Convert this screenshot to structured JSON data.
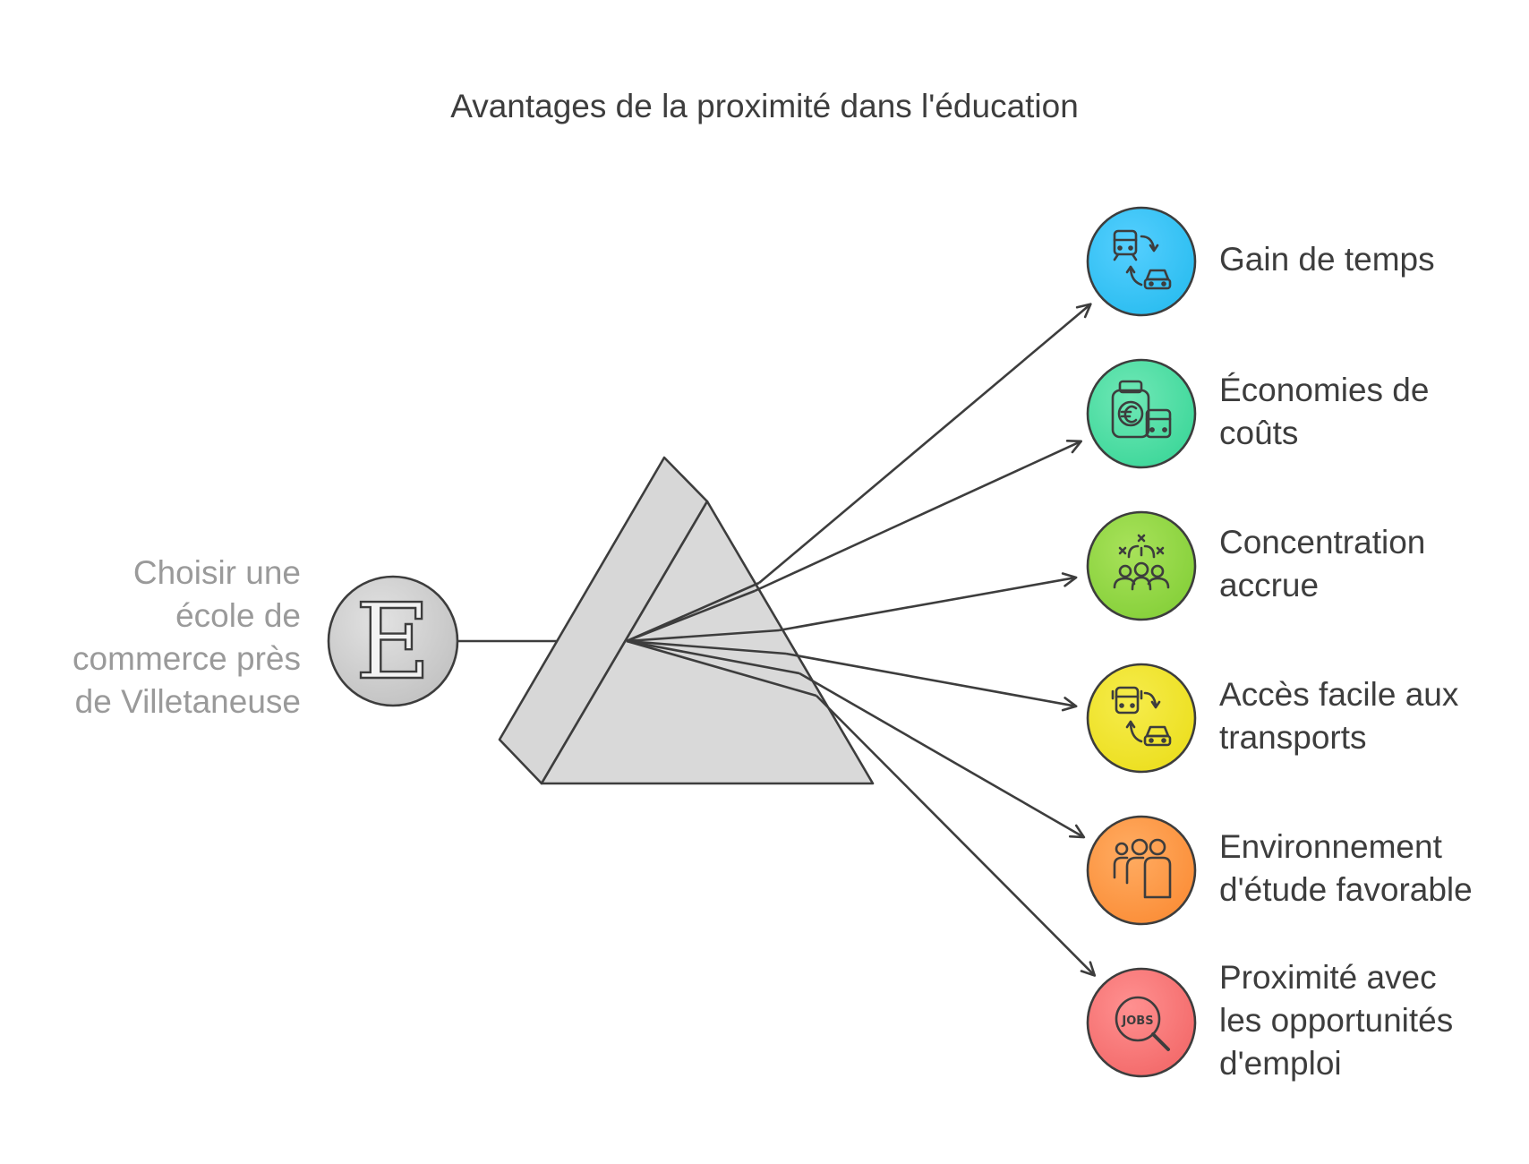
{
  "title": "Avantages de la proximité dans l'éducation",
  "source": {
    "lines": [
      "Choisir une",
      "école de",
      "commerce près",
      "de Villetaneuse"
    ],
    "icon": "letter-e-icon",
    "glyph": "E",
    "color": "#cfcfcf"
  },
  "benefits": [
    {
      "lines": [
        "Gain de temps"
      ],
      "icon": "train-car-switch-icon",
      "color": "#2bbdf0",
      "color2": "#55cfff"
    },
    {
      "lines": [
        "Économies de",
        "coûts"
      ],
      "icon": "wallet-euro-bus-icon",
      "color": "#3ed79a",
      "color2": "#6fe8b6"
    },
    {
      "lines": [
        "Concentration",
        "accrue"
      ],
      "icon": "focused-group-icon",
      "color": "#86d03a",
      "color2": "#a8e25a"
    },
    {
      "lines": [
        "Accès facile aux",
        "transports"
      ],
      "icon": "bus-car-switch-icon",
      "color": "#ecdf1f",
      "color2": "#f6ec4c"
    },
    {
      "lines": [
        "Environnement",
        "d'étude favorable"
      ],
      "icon": "study-group-icon",
      "color": "#fb8e38",
      "color2": "#ffac62"
    },
    {
      "lines": [
        "Proximité avec",
        "les opportunités",
        "d'emploi"
      ],
      "icon": "jobs-search-icon",
      "color": "#f36a6a",
      "color2": "#ff9090"
    }
  ]
}
